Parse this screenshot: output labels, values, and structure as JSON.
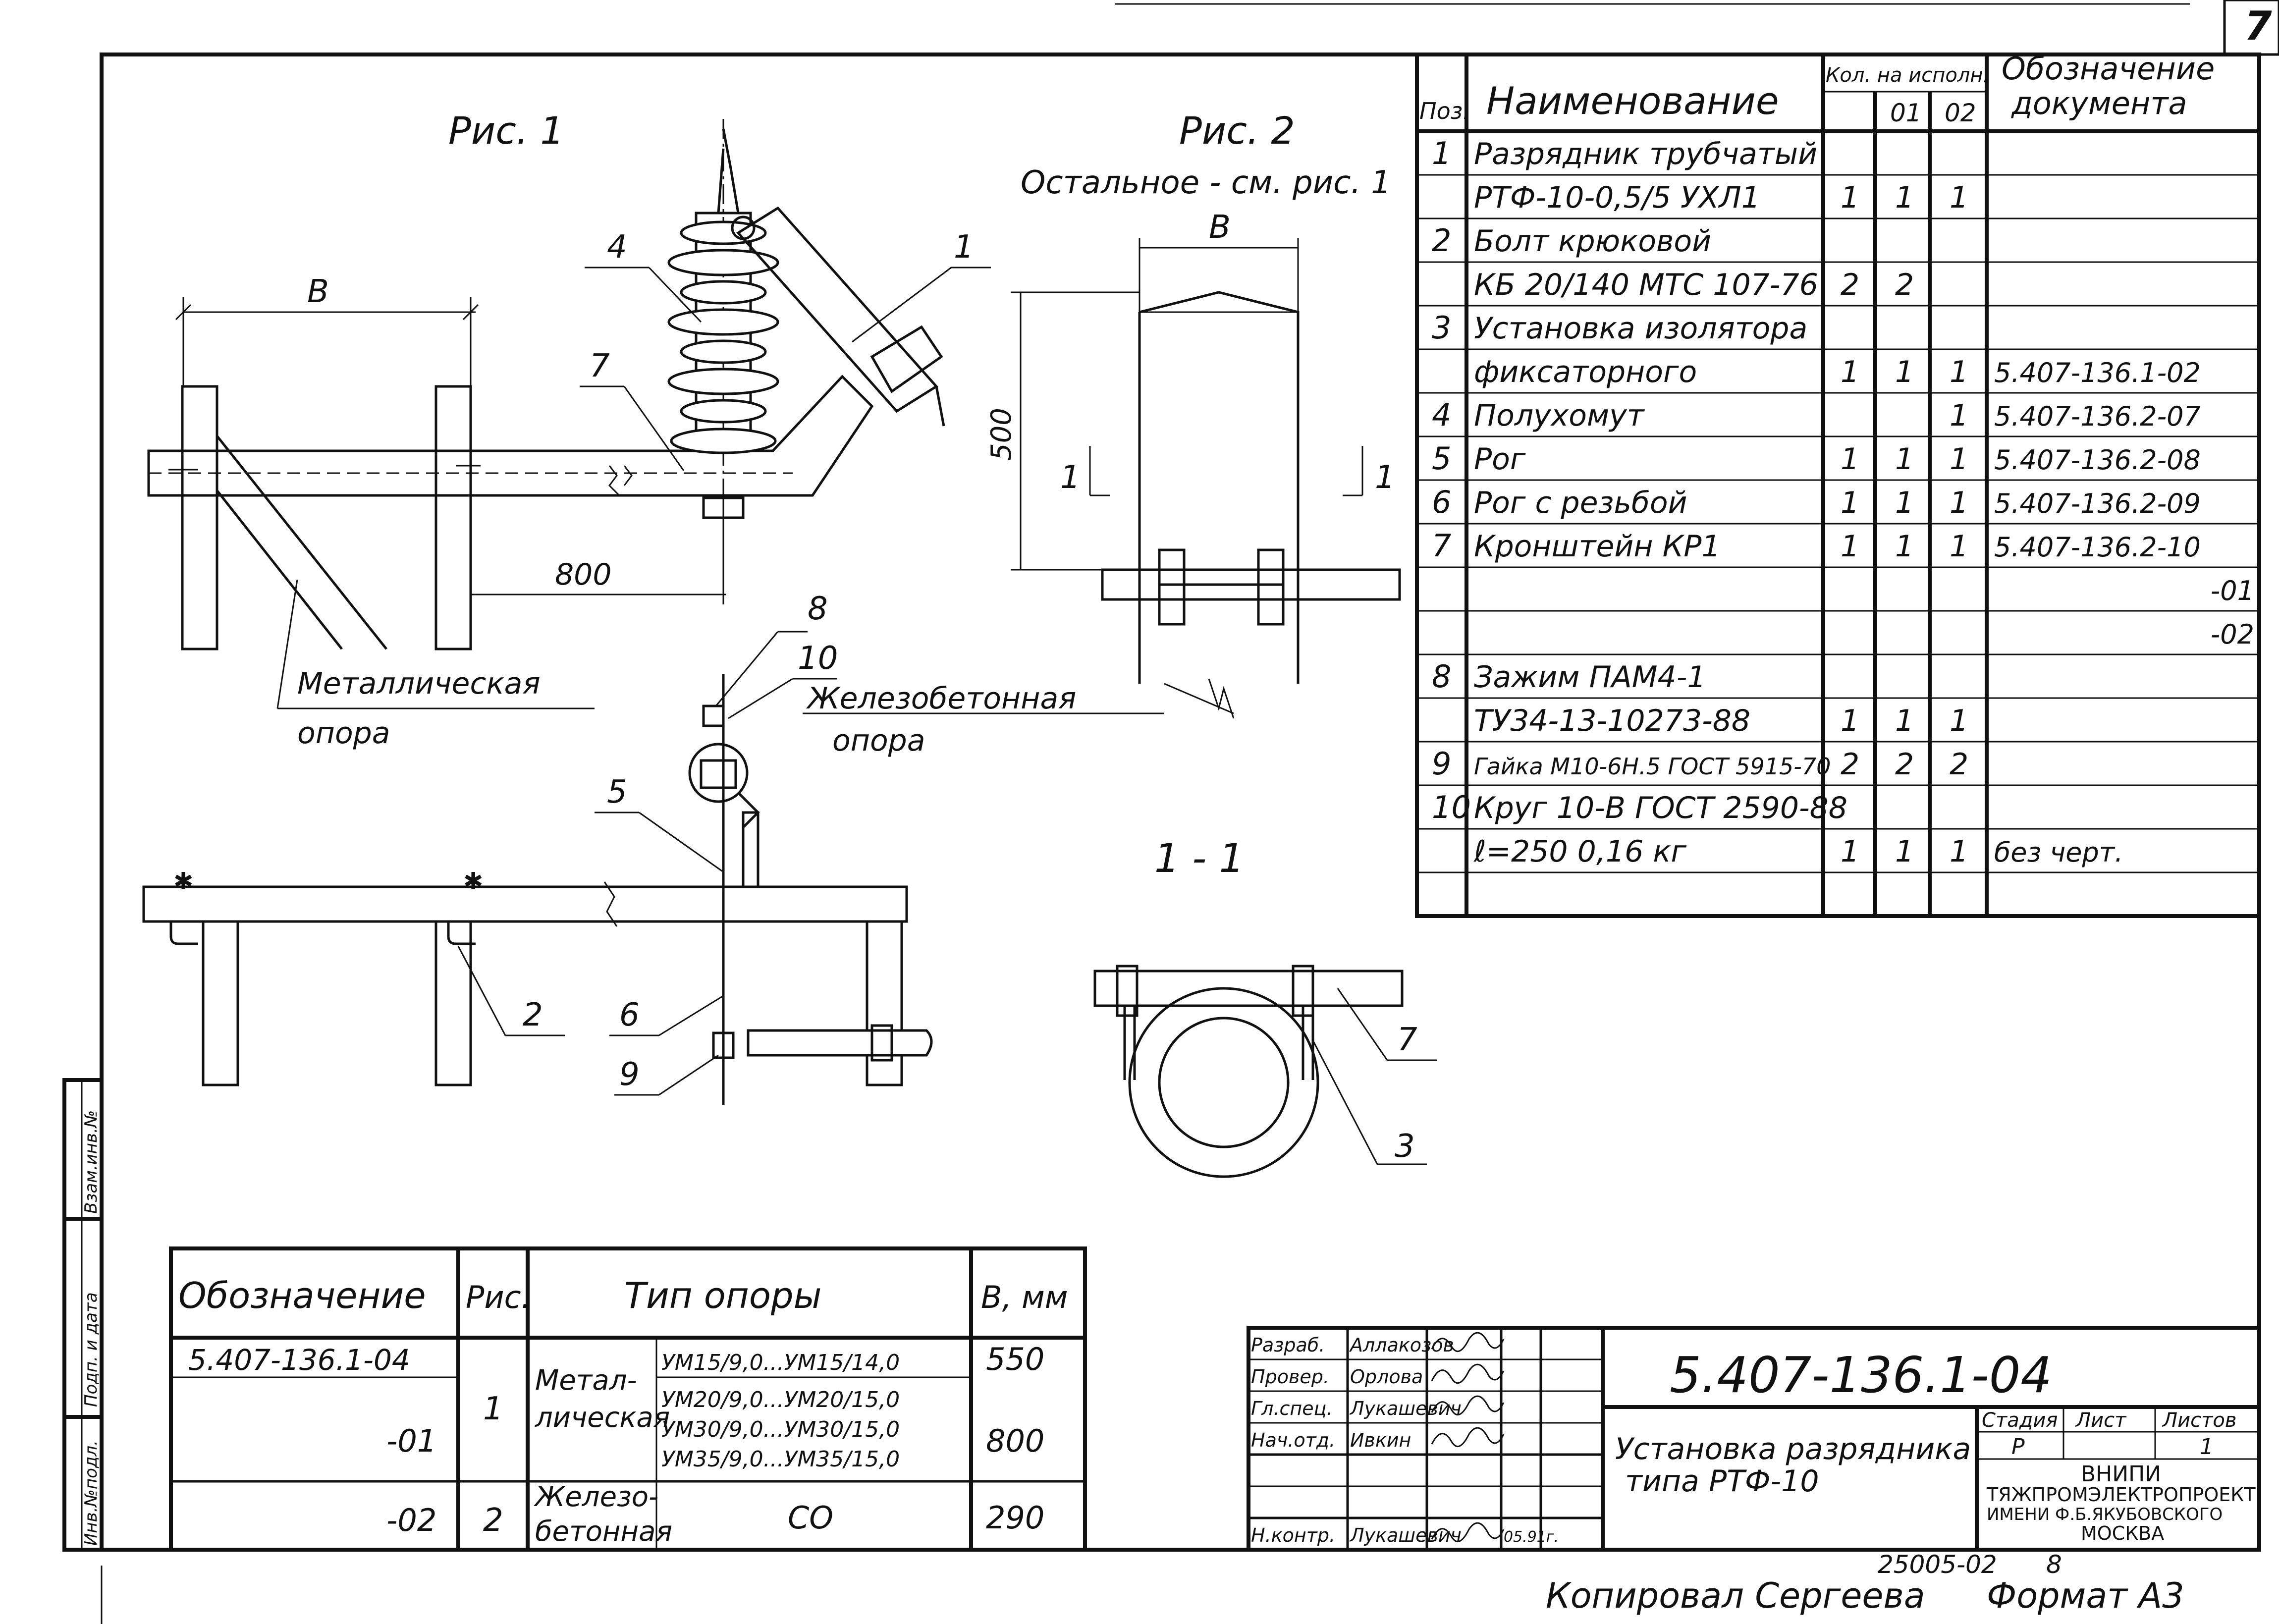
{
  "page_number": "7",
  "figures": {
    "fig1": {
      "title": "Рис. 1",
      "dim_b": "В",
      "dim_800": "800",
      "support_label_1": "Металлическая",
      "support_label_2": "опора"
    },
    "fig2": {
      "title": "Рис. 2",
      "subtitle": "Остальное - см. рис. 1",
      "dim_b": "В",
      "dim_500": "500",
      "section_mark": "1",
      "support_label_1": "Железобетонная",
      "support_label_2": "опора"
    },
    "section": {
      "title": "1 - 1"
    },
    "callouts": {
      "c1": "1",
      "c2": "2",
      "c3": "3",
      "c4": "4",
      "c5": "5",
      "c6": "6",
      "c7": "7",
      "c7b": "7",
      "c8": "8",
      "c9": "9",
      "c10": "10"
    }
  },
  "spec_table": {
    "headers": {
      "pos": "Поз.",
      "name": "Наименование",
      "qty": "Кол. на исполн.",
      "v01": "01",
      "v02": "02",
      "doc_1": "Обозначение",
      "doc_2": "документа"
    },
    "rows": [
      {
        "pos": "1",
        "name": "Разрядник трубчатый",
        "q0": "",
        "q1": "",
        "q2": "",
        "doc": ""
      },
      {
        "pos": "",
        "name": "РТФ-10-0,5/5 УХЛ1",
        "q0": "1",
        "q1": "1",
        "q2": "1",
        "doc": ""
      },
      {
        "pos": "2",
        "name": "Болт крюковой",
        "q0": "",
        "q1": "",
        "q2": "",
        "doc": ""
      },
      {
        "pos": "",
        "name": "КБ 20/140 МТС 107-76",
        "q0": "2",
        "q1": "2",
        "q2": "",
        "doc": ""
      },
      {
        "pos": "3",
        "name": "Установка изолятора",
        "q0": "",
        "q1": "",
        "q2": "",
        "doc": ""
      },
      {
        "pos": "",
        "name": "фиксаторного",
        "q0": "1",
        "q1": "1",
        "q2": "1",
        "doc": "5.407-136.1-02"
      },
      {
        "pos": "4",
        "name": "Полухомут",
        "q0": "",
        "q1": "",
        "q2": "1",
        "doc": "5.407-136.2-07"
      },
      {
        "pos": "5",
        "name": "Рог",
        "q0": "1",
        "q1": "1",
        "q2": "1",
        "doc": "5.407-136.2-08"
      },
      {
        "pos": "6",
        "name": "Рог с резьбой",
        "q0": "1",
        "q1": "1",
        "q2": "1",
        "doc": "5.407-136.2-09"
      },
      {
        "pos": "7",
        "name": "Кронштейн КР1",
        "q0": "1",
        "q1": "1",
        "q2": "1",
        "doc": "5.407-136.2-10"
      },
      {
        "pos": "",
        "name": "",
        "q0": "",
        "q1": "",
        "q2": "",
        "doc": "-01"
      },
      {
        "pos": "",
        "name": "",
        "q0": "",
        "q1": "",
        "q2": "",
        "doc": "-02"
      },
      {
        "pos": "8",
        "name": "Зажим ПАМ4-1",
        "q0": "",
        "q1": "",
        "q2": "",
        "doc": ""
      },
      {
        "pos": "",
        "name": "ТУ34-13-10273-88",
        "q0": "1",
        "q1": "1",
        "q2": "1",
        "doc": ""
      },
      {
        "pos": "9",
        "name": "Гайка М10-6Н.5 ГОСТ 5915-70",
        "q0": "2",
        "q1": "2",
        "q2": "2",
        "doc": ""
      },
      {
        "pos": "10",
        "name": "Круг 10-В ГОСТ 2590-88",
        "q0": "",
        "q1": "",
        "q2": "",
        "doc": ""
      },
      {
        "pos": "",
        "name": "ℓ=250      0,16 кг",
        "q0": "1",
        "q1": "1",
        "q2": "1",
        "doc": "без черт."
      },
      {
        "pos": "",
        "name": "",
        "q0": "",
        "q1": "",
        "q2": "",
        "doc": ""
      }
    ]
  },
  "support_table": {
    "headers": {
      "designation": "Обозначение",
      "fig": "Рис.",
      "type": "Тип опоры",
      "b": "В, мм"
    },
    "rows": [
      {
        "designation": "5.407-136.1-04",
        "fig": "1",
        "type": "Метал-\nлическая",
        "range": "УМ15/9,0...УМ15/14,0",
        "b": "550"
      },
      {
        "designation": "-01",
        "fig": "",
        "type": "",
        "range": "УМ20/9,0...УМ20/15,0\nУМ30/9,0...УМ30/15,0\nУМ35/9,0...УМ35/15,0",
        "b": "800"
      },
      {
        "designation": "-02",
        "fig": "2",
        "type": "Железо-\nбетонная",
        "range": "СО",
        "b": "290"
      }
    ]
  },
  "title_block": {
    "roles": [
      {
        "role": "Разраб.",
        "name": "Аллакозов"
      },
      {
        "role": "Провер.",
        "name": "Орлова"
      },
      {
        "role": "Гл.спец.",
        "name": "Лукашевич"
      },
      {
        "role": "Нач.отд.",
        "name": "Ивкин"
      },
      {
        "role": "",
        "name": ""
      },
      {
        "role": "",
        "name": ""
      },
      {
        "role": "Н.контр.",
        "name": "Лукашевич",
        "date": "05.91г."
      }
    ],
    "designation": "5.407-136.1-04",
    "title_line1": "Установка разрядника",
    "title_line2": "типа РТФ-10",
    "stage_label": "Стадия",
    "sheet_label": "Лист",
    "sheets_label": "Листов",
    "stage": "Р",
    "sheets": "1",
    "org_1": "ВНИПИ",
    "org_2": "ТЯЖПРОМЭЛЕКТРОПРОЕКТ",
    "org_3": "ИМЕНИ Ф.Б.ЯКУБОВСКОГО",
    "org_4": "МОСКВА"
  },
  "margin_stamps": {
    "inv": "Инв.№подл.",
    "sign": "Подп. и дата",
    "swap": "Взам.инв.№"
  },
  "footer": {
    "archive_no": "25005-02",
    "archive_sheet": "8",
    "copied_by": "Копировал Сергеева",
    "format": "Формат А3"
  }
}
